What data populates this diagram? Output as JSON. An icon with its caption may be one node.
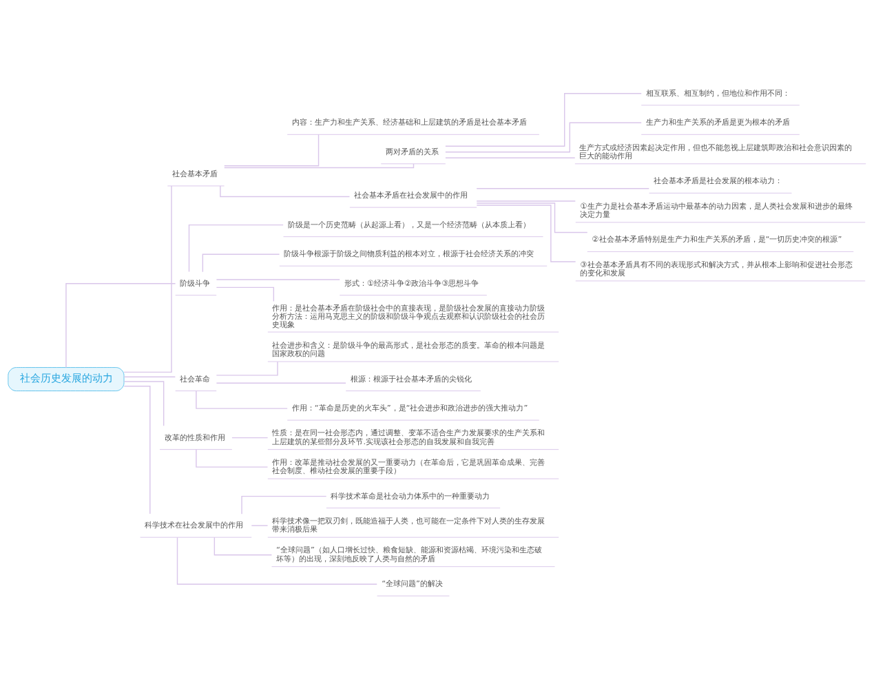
{
  "diagram": {
    "nodes": [
      {
        "text": [
          "社会历史发展的动力"
        ]
      },
      {
        "text": [
          "社会基本矛盾"
        ]
      },
      {
        "text": [
          "内容：生产力和生产关系、经济基础和上层建筑的矛盾是社会基本矛盾"
        ]
      },
      {
        "text": [
          "两对矛盾的关系"
        ]
      },
      {
        "text": [
          "相互联系、相互制约，但地位和作用不同："
        ]
      },
      {
        "text": [
          "生产力和生产关系的矛盾是更为根本的矛盾"
        ]
      },
      {
        "text": [
          "生产方式或经济因素起决定作用，但也不能忽视上层建筑即政治和社会意识因素的巨大的能动作用"
        ]
      },
      {
        "text": [
          "社会基本矛盾在社会发展中的作用"
        ]
      },
      {
        "text": [
          "社会基本矛盾是社会发展的根本动力："
        ]
      },
      {
        "text": [
          "①生产力是社会基本矛盾运动中最基本的动力因素，是人类社会发展和进步的最终决定力量"
        ]
      },
      {
        "text": [
          "②社会基本矛盾特别是生产力和生产关系的矛盾，是“一切历史冲突的根源”"
        ]
      },
      {
        "text": [
          "③社会基本矛盾具有不同的表现形式和解决方式，并从根本上影响和促进社会形态的变化和发展"
        ]
      },
      {
        "text": [
          "阶级斗争"
        ]
      },
      {
        "text": [
          "阶级是一个历史范畴（从起源上看），又是一个经济范畴（从本质上看）"
        ]
      },
      {
        "text": [
          "阶级斗争根源于阶级之间物质利益的根本对立，根源于社会经济关系的冲突"
        ]
      },
      {
        "text": [
          "形式：①经济斗争②政治斗争③思想斗争"
        ]
      },
      {
        "text": [
          "作用：是社会基本矛盾在阶级社会中的直接表现，是阶级社会发展的直接动力阶级分析方法：运用马克思主义的阶级和阶级斗争观点去观察和认识阶级社会的社会历史现象"
        ]
      },
      {
        "text": [
          "社会革命"
        ]
      },
      {
        "text": [
          "社会进步和含义：是阶级斗争的最高形式，是社会形态的质变。革命的根本问题是国家政权的问题"
        ]
      },
      {
        "text": [
          "根源：根源于社会基本矛盾的尖锐化"
        ]
      },
      {
        "text": [
          "作用：“革命是历史的火车头”，是“社会进步和政治进步的强大推动力”"
        ]
      },
      {
        "text": [
          "改革的性质和作用"
        ]
      },
      {
        "text": [
          "性质：是在同一社会形态内，通过调整、变革不适合生产力发展要求的生产关系和上层建筑的某些部分及环节.实现该社会形态的自我发展和自我完善"
        ]
      },
      {
        "text": [
          "作用：改革是推动社会发展的又一重要动力（在革命后，它是巩固革命成果、完善社会制度、椎动社会发展的重要手段）"
        ]
      },
      {
        "text": [
          "科学技术在社会发展中的作用"
        ]
      },
      {
        "text": [
          "科学技术革命是社会动力体系中的一种重要动力"
        ]
      },
      {
        "text": [
          "科学技术像一把双刃剑，既能造福于人类，也可能在一定条件下对人类的生存发展带来消极后果"
        ]
      },
      {
        "text": [
          "“全球问题”（如人口增长过快、粮食短缺、能源和资源枯竭、环境污染和生态破坏等）的出现，深刻地反映了人类与自然的矛盾"
        ]
      },
      {
        "text": [
          "“全球问题”的解决"
        ]
      }
    ],
    "edges": [
      {
        "from": 0,
        "to": 1,
        "arrow": "none"
      },
      {
        "from": 1,
        "to": 2,
        "arrow": "none"
      },
      {
        "from": 1,
        "to": 3,
        "arrow": "none"
      },
      {
        "from": 3,
        "to": 4,
        "arrow": "none"
      },
      {
        "from": 3,
        "to": 5,
        "arrow": "none"
      },
      {
        "from": 3,
        "to": 6,
        "arrow": "none"
      },
      {
        "from": 1,
        "to": 7,
        "arrow": "none"
      },
      {
        "from": 7,
        "to": 8,
        "arrow": "none"
      },
      {
        "from": 7,
        "to": 9,
        "arrow": "none"
      },
      {
        "from": 7,
        "to": 10,
        "arrow": "none"
      },
      {
        "from": 7,
        "to": 11,
        "arrow": "none"
      },
      {
        "from": 0,
        "to": 12,
        "arrow": "none"
      },
      {
        "from": 12,
        "to": 13,
        "arrow": "none"
      },
      {
        "from": 12,
        "to": 14,
        "arrow": "none"
      },
      {
        "from": 12,
        "to": 15,
        "arrow": "none"
      },
      {
        "from": 12,
        "to": 16,
        "arrow": "none"
      },
      {
        "from": 0,
        "to": 17,
        "arrow": "none"
      },
      {
        "from": 17,
        "to": 18,
        "arrow": "none"
      },
      {
        "from": 17,
        "to": 19,
        "arrow": "none"
      },
      {
        "from": 17,
        "to": 20,
        "arrow": "none"
      },
      {
        "from": 0,
        "to": 21,
        "arrow": "none"
      },
      {
        "from": 21,
        "to": 22,
        "arrow": "none"
      },
      {
        "from": 21,
        "to": 23,
        "arrow": "none"
      },
      {
        "from": 0,
        "to": 24,
        "arrow": "none"
      },
      {
        "from": 24,
        "to": 25,
        "arrow": "none"
      },
      {
        "from": 24,
        "to": 26,
        "arrow": "none"
      },
      {
        "from": 24,
        "to": 27,
        "arrow": "none"
      },
      {
        "from": 24,
        "to": 28,
        "arrow": "none"
      }
    ]
  }
}
